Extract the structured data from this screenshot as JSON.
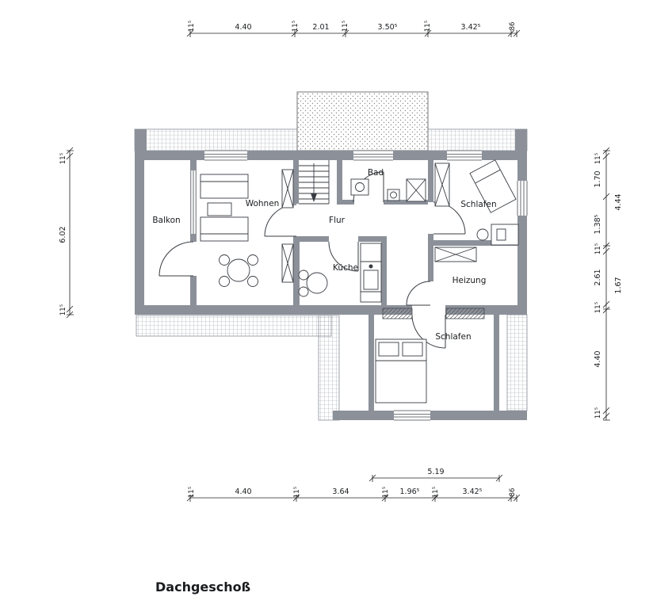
{
  "title": "Dachgeschoß",
  "rooms": {
    "balkon": "Balkon",
    "wohnen": "Wohnen",
    "flur": "Flur",
    "bad": "Bad",
    "schlafen_top": "Schlafen",
    "kueche": "Küche",
    "heizung": "Heizung",
    "schlafen_bottom": "Schlafen"
  },
  "dims": {
    "top": [
      "11⁵",
      "4.40",
      "11⁵",
      "2.01",
      "11⁵",
      "3.50⁵",
      "11⁵",
      "3.42⁵",
      "86"
    ],
    "bottom": [
      "11⁵",
      "4.40",
      "11⁵",
      "3.64",
      "11⁵",
      "1.96⁵",
      "11⁵",
      "3.42⁵",
      "86"
    ],
    "bottom_span": "5.19",
    "left": [
      "11⁵",
      "6.02",
      "11⁵"
    ],
    "right": [
      "11⁵",
      "1.70",
      "4.44",
      "1.38⁵",
      "11⁵",
      "2.61",
      "1.67",
      "11⁵",
      "4.40",
      "11⁵"
    ]
  },
  "colors": {
    "wall": "#8b9099",
    "line": "#383c42"
  }
}
